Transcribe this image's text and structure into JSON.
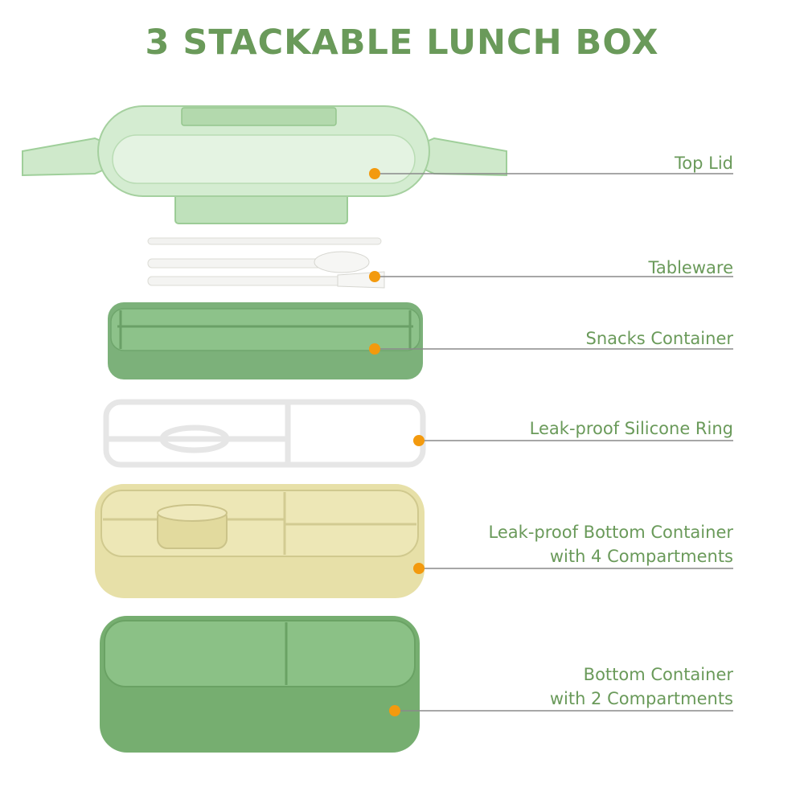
{
  "title": "3 STACKABLE LUNCH BOX",
  "colors": {
    "title_text": "#6a9a5a",
    "label_text": "#6a9a5a",
    "marker_dot": "#f39a0e",
    "leader_line": "#8a8a8a",
    "lid_green": "#c9e6c6",
    "snack_green": "#7fb27c",
    "bottom_green": "#78b071",
    "cream_container": "#e6dfa6",
    "silicone_ring": "#eeeeee"
  },
  "parts": [
    {
      "id": "top-lid",
      "lines": [
        "Top Lid"
      ]
    },
    {
      "id": "tableware",
      "lines": [
        "Tableware"
      ]
    },
    {
      "id": "snacks-container",
      "lines": [
        "Snacks Container"
      ]
    },
    {
      "id": "silicone-ring",
      "lines": [
        "Leak-proof Silicone Ring"
      ]
    },
    {
      "id": "bottom-4",
      "lines": [
        "Leak-proof Bottom Container",
        "with 4 Compartments"
      ]
    },
    {
      "id": "bottom-2",
      "lines": [
        "Bottom Container",
        "with 2 Compartments"
      ]
    }
  ]
}
